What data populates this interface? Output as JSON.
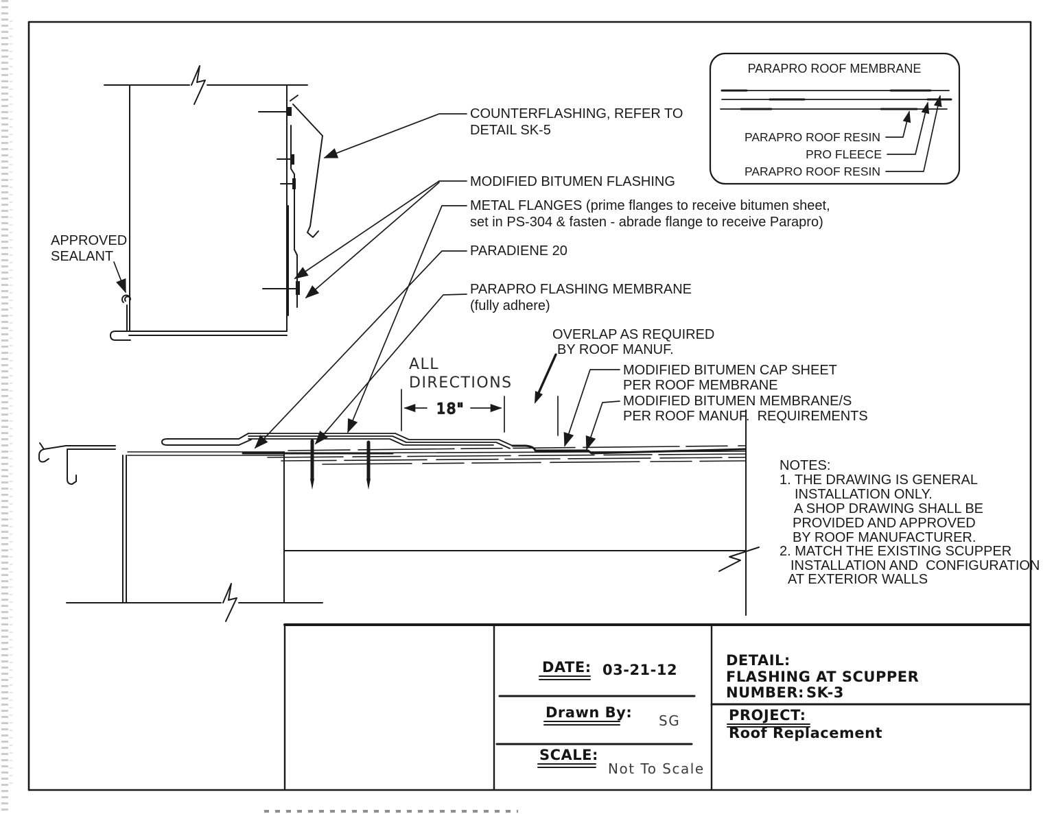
{
  "colors": {
    "ink": "#1a1a1a",
    "paper": "#ffffff"
  },
  "legend": {
    "title": "PARAPRO ROOF MEMBRANE",
    "label_top": "PARAPRO ROOF RESIN",
    "label_mid": "PRO FLEECE",
    "label_bot": "PARAPRO ROOF RESIN"
  },
  "callouts": {
    "counterflashing_l1": "COUNTERFLASHING, REFER TO",
    "counterflashing_l2": "DETAIL SK-5",
    "modified_bitumen_flashing": "MODIFIED BITUMEN FLASHING",
    "metal_flanges_l1": "METAL FLANGES (prime flanges to receive bitumen sheet,",
    "metal_flanges_l2": "set in PS-304 & fasten - abrade flange to receive Parapro)",
    "paradiene": "PARADIENE 20",
    "parapro_l1": "PARAPRO FLASHING MEMBRANE",
    "parapro_l2": "(fully adhere)",
    "overlap_l1": "OVERLAP AS REQUIRED",
    "overlap_l2": "BY ROOF MANUF.",
    "cap_sheet_l1": "MODIFIED BITUMEN CAP SHEET",
    "cap_sheet_l2": "PER ROOF MEMBRANE",
    "membranes_l1": "MODIFIED BITUMEN MEMBRANE/S",
    "membranes_l2": "PER ROOF MANUF.  REQUIREMENTS",
    "approved_l1": "APPROVED",
    "approved_l2": "SEALANT",
    "all_l1": "ALL",
    "all_l2": "DIRECTIONS",
    "dim": "18\""
  },
  "notes": {
    "title": "NOTES:",
    "n1a": "1. THE DRAWING IS GENERAL",
    "n1b": "INSTALLATION ONLY.",
    "n1c": "A SHOP DRAWING SHALL BE",
    "n1d": "PROVIDED AND APPROVED",
    "n1e": "BY ROOF MANUFACTURER.",
    "n2a": "2. MATCH THE EXISTING SCUPPER",
    "n2b": "INSTALLATION AND  CONFIGURATION",
    "n2c": "AT EXTERIOR WALLS"
  },
  "titleblock": {
    "date_label": "DATE:",
    "date_value": "03-21-12",
    "drawnby_label": "Drawn By:",
    "drawnby_value": "SG",
    "scale_label": "SCALE:",
    "scale_value": "Not To Scale",
    "detail_label": "DETAIL:",
    "detail_value": "FLASHING AT SCUPPER",
    "number_label": "NUMBER:",
    "number_value": "SK-3",
    "project_label": "PROJECT:",
    "project_value": "Roof Replacement"
  }
}
